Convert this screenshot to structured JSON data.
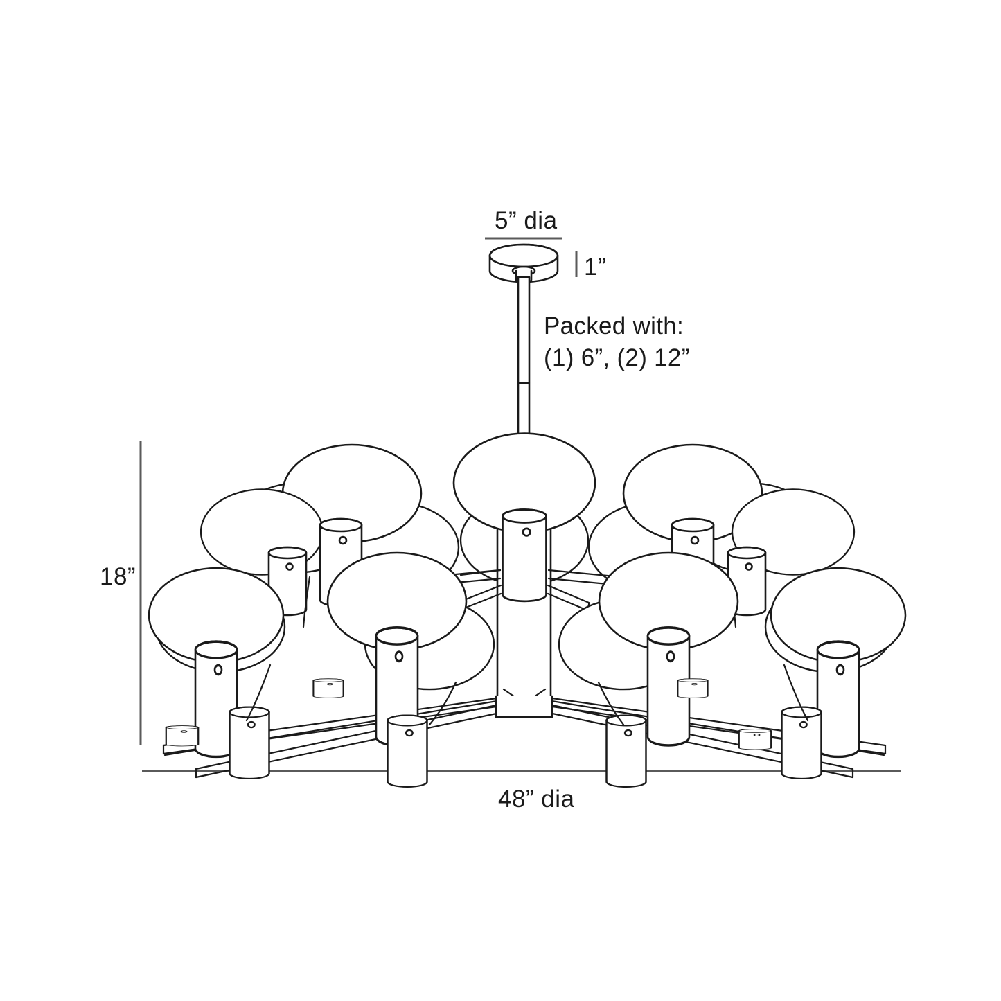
{
  "drawing": {
    "type": "product-dimension-line-drawing",
    "subject": "multi-tier globe chandelier",
    "line_color": "#1a1a1a",
    "dimension_line_color": "#5a5a5a",
    "background_color": "#ffffff",
    "fill_color": "#ffffff"
  },
  "dimensions": {
    "canopy_diameter": {
      "label": "5” dia",
      "value": 5,
      "unit": "in",
      "kind": "diameter"
    },
    "canopy_height": {
      "label": "1”",
      "value": 1,
      "unit": "in",
      "kind": "height"
    },
    "fixture_height": {
      "label": "18”",
      "value": 18,
      "unit": "in",
      "kind": "height"
    },
    "fixture_diameter": {
      "label": "48” dia",
      "value": 48,
      "unit": "in",
      "kind": "diameter"
    }
  },
  "notes": {
    "packed_with_heading": "Packed with:",
    "packed_with_detail": "(1) 6”, (2) 12”",
    "downrods": [
      {
        "quantity": 1,
        "length": "6”"
      },
      {
        "quantity": 2,
        "length": "12”"
      }
    ]
  },
  "fixture": {
    "globe_count": 16,
    "tiers": 2,
    "parts": [
      "ceiling canopy",
      "downrod stem",
      "center column",
      "radial arms",
      "socket cups",
      "glass globes"
    ]
  }
}
